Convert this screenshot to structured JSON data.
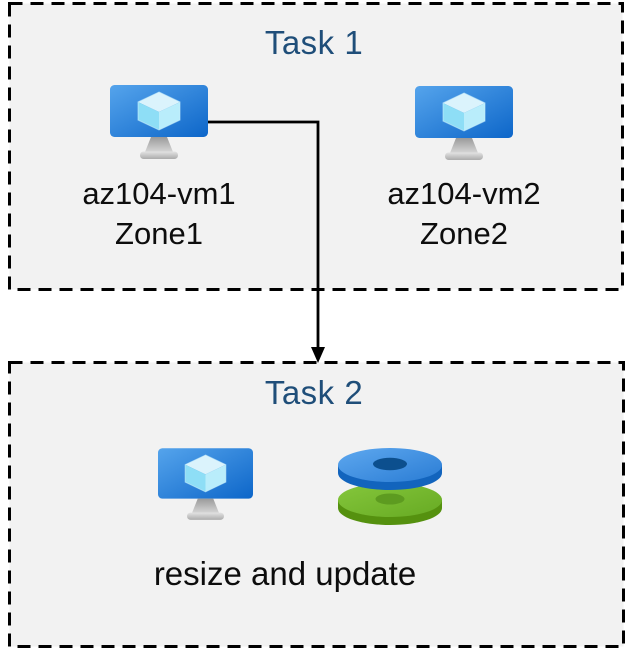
{
  "task1": {
    "title": "Task 1",
    "items": [
      {
        "name": "az104-vm1",
        "zone": "Zone1",
        "icon": "virtual-machine-icon"
      },
      {
        "name": "az104-vm2",
        "zone": "Zone2",
        "icon": "virtual-machine-icon"
      }
    ]
  },
  "task2": {
    "title": "Task 2",
    "caption": "resize and update",
    "icons": [
      "virtual-machine-icon",
      "managed-disks-icon"
    ]
  },
  "arrow": {
    "from": "az104-vm1",
    "to": "Task 2"
  },
  "colors": {
    "box_fill": "#f2f2f2",
    "box_border": "#000000",
    "title_text": "#1f4e79",
    "label_text": "#0d0d0d",
    "vm_screen_light": "#55a4ec",
    "vm_screen_dark": "#0d66c9",
    "cube_top": "#dbf3fc",
    "cube_left": "#8edef6",
    "cube_right": "#b9edfb",
    "disk_blue_top": "#3f8fe2",
    "disk_blue_side": "#1264bd",
    "disk_blue_hole": "#0c4f8e",
    "disk_green_top": "#74b72e",
    "disk_green_side": "#55910f",
    "disk_green_hole": "#5d9b20"
  }
}
